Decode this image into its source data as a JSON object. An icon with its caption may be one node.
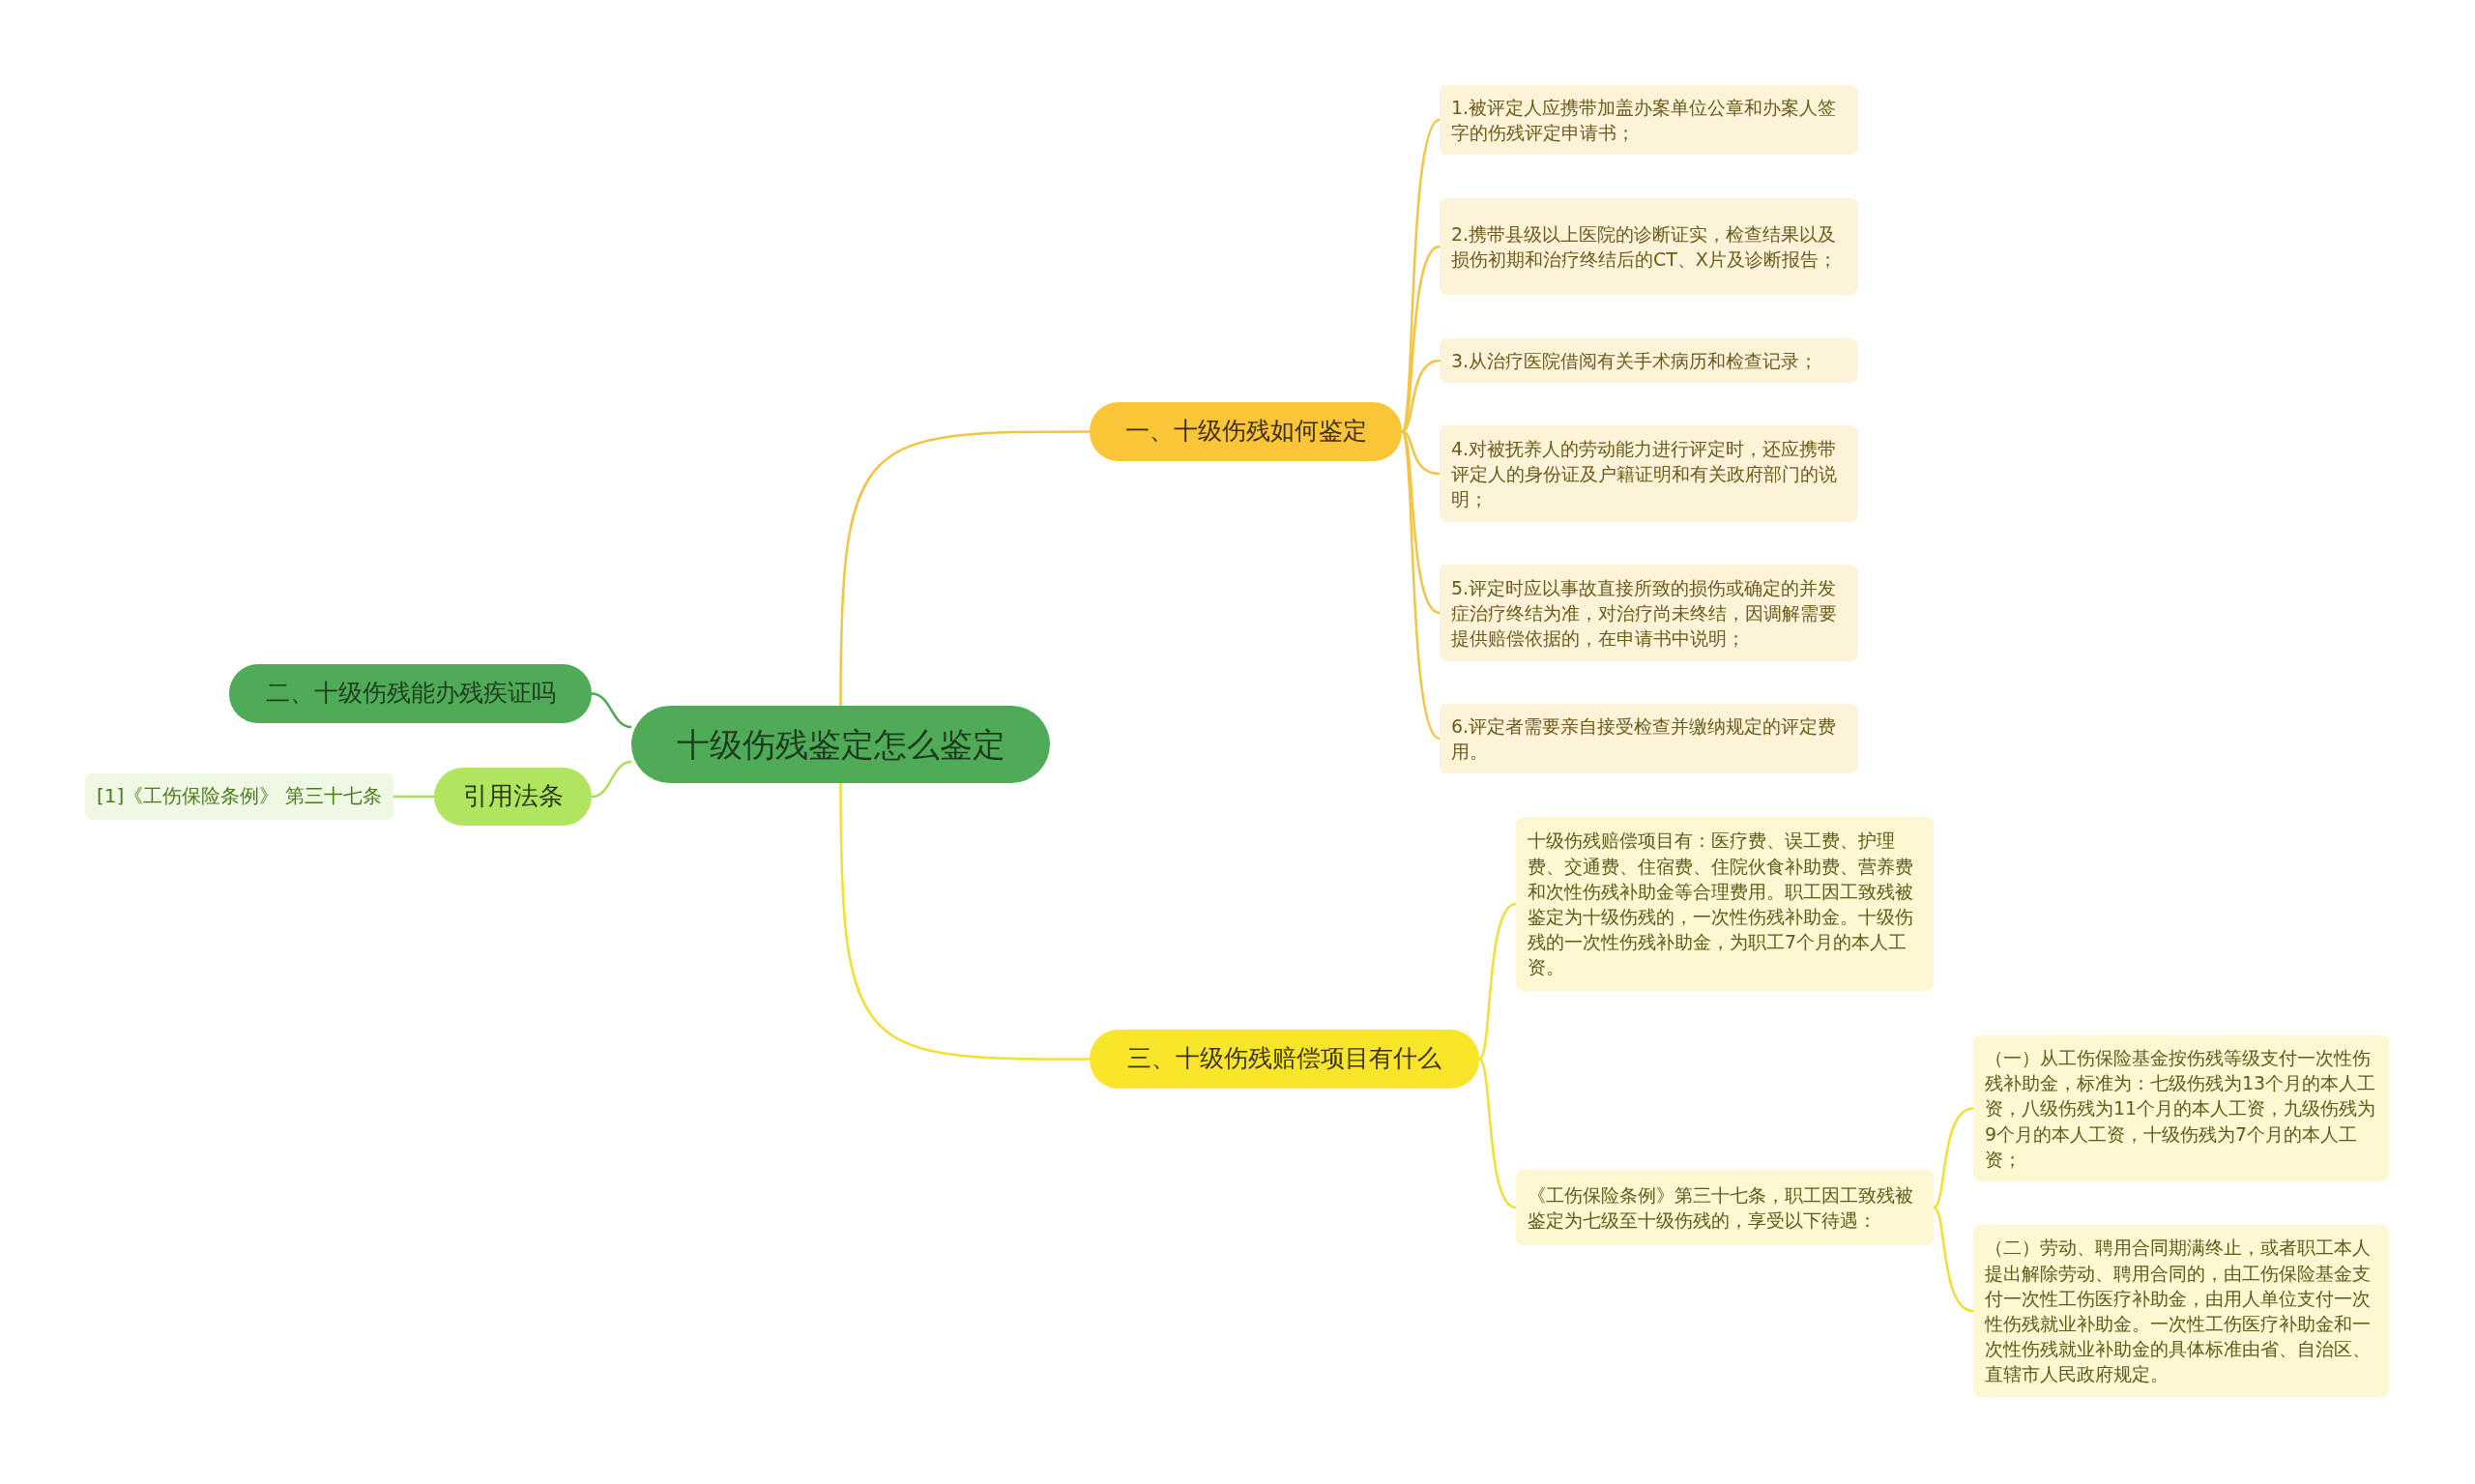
{
  "diagram": {
    "nodes": [
      {
        "text": [
          "十级伤残鉴定怎么鉴定"
        ]
      },
      {
        "text": [
          "一、十级伤残如何鉴定"
        ]
      },
      {
        "text": [
          "1.被评定人应携带加盖办案单位公章和办案人签字的伤残评定申请书；"
        ]
      },
      {
        "text": [
          "2.携带县级以上医院的诊断证实，检查结果以及损伤初期和治疗终结后的CT、X片及诊断报告；"
        ]
      },
      {
        "text": [
          "3.从治疗医院借阅有关手术病历和检查记录；"
        ]
      },
      {
        "text": [
          "4.对被抚养人的劳动能力进行评定时，还应携带评定人的身份证及户籍证明和有关政府部门的说明；"
        ]
      },
      {
        "text": [
          "5.评定时应以事故直接所致的损伤或确定的并发症治疗终结为准，对治疗尚未终结，因调解需要提供赔偿依据的，在申请书中说明；"
        ]
      },
      {
        "text": [
          "6.评定者需要亲自接受检查并缴纳规定的评定费用。"
        ]
      },
      {
        "text": [
          "二、十级伤残能办残疾证吗"
        ]
      },
      {
        "text": [
          "引用法条"
        ]
      },
      {
        "text": [
          "[1]《工伤保险条例》 第三十七条"
        ]
      },
      {
        "text": [
          "三、十级伤残赔偿项目有什么"
        ]
      },
      {
        "text": [
          "十级伤残赔偿项目有：医疗费、误工费、护理费、交通费、住宿费、住院伙食补助费、营养费和次性伤残补助金等合理费用。职工因工致残被鉴定为十级伤残的，一次性伤残补助金。十级伤残的一次性伤残补助金，为职工7个月的本人工资。"
        ]
      },
      {
        "text": [
          "《工伤保险条例》第三十七条，职工因工致残被鉴定为七级至十级伤残的，享受以下待遇："
        ]
      },
      {
        "text": [
          "（一）从工伤保险基金按伤残等级支付一次性伤残补助金，标准为：七级伤残为13个月的本人工资，八级伤残为11个月的本人工资，九级伤残为9个月的本人工资，十级伤残为7个月的本人工资；"
        ]
      },
      {
        "text": [
          "（二）劳动、聘用合同期满终止，或者职工本人提出解除劳动、聘用合同的，由工伤保险基金支付一次性工伤医疗补助金，由用人单位支付一次性伤残就业补助金。一次性工伤医疗补助金和一次性伤残就业补助金的具体标准由省、自治区、直辖市人民政府规定。"
        ]
      }
    ],
    "edges": [
      {
        "from": 0,
        "to": 1,
        "arrow": "none",
        "color": "#f5c342"
      },
      {
        "from": 1,
        "to": 2,
        "arrow": "none",
        "color": "#f5c342"
      },
      {
        "from": 1,
        "to": 3,
        "arrow": "none",
        "color": "#f5c342"
      },
      {
        "from": 1,
        "to": 4,
        "arrow": "none",
        "color": "#f5c342"
      },
      {
        "from": 1,
        "to": 5,
        "arrow": "none",
        "color": "#f5c342"
      },
      {
        "from": 1,
        "to": 6,
        "arrow": "none",
        "color": "#f5c342"
      },
      {
        "from": 1,
        "to": 7,
        "arrow": "none",
        "color": "#f5c342"
      },
      {
        "from": 0,
        "to": 8,
        "arrow": "none",
        "color": "#4caa55"
      },
      {
        "from": 0,
        "to": 9,
        "arrow": "none",
        "color": "#a6e05a"
      },
      {
        "from": 9,
        "to": 10,
        "arrow": "none",
        "color": "#a6e05a"
      },
      {
        "from": 0,
        "to": 11,
        "arrow": "none",
        "color": "#f2e030"
      },
      {
        "from": 11,
        "to": 12,
        "arrow": "none",
        "color": "#f2e030"
      },
      {
        "from": 11,
        "to": 13,
        "arrow": "none",
        "color": "#f2e030"
      },
      {
        "from": 13,
        "to": 14,
        "arrow": "none",
        "color": "#f2e030"
      },
      {
        "from": 13,
        "to": 15,
        "arrow": "none",
        "color": "#f2e030"
      }
    ]
  }
}
